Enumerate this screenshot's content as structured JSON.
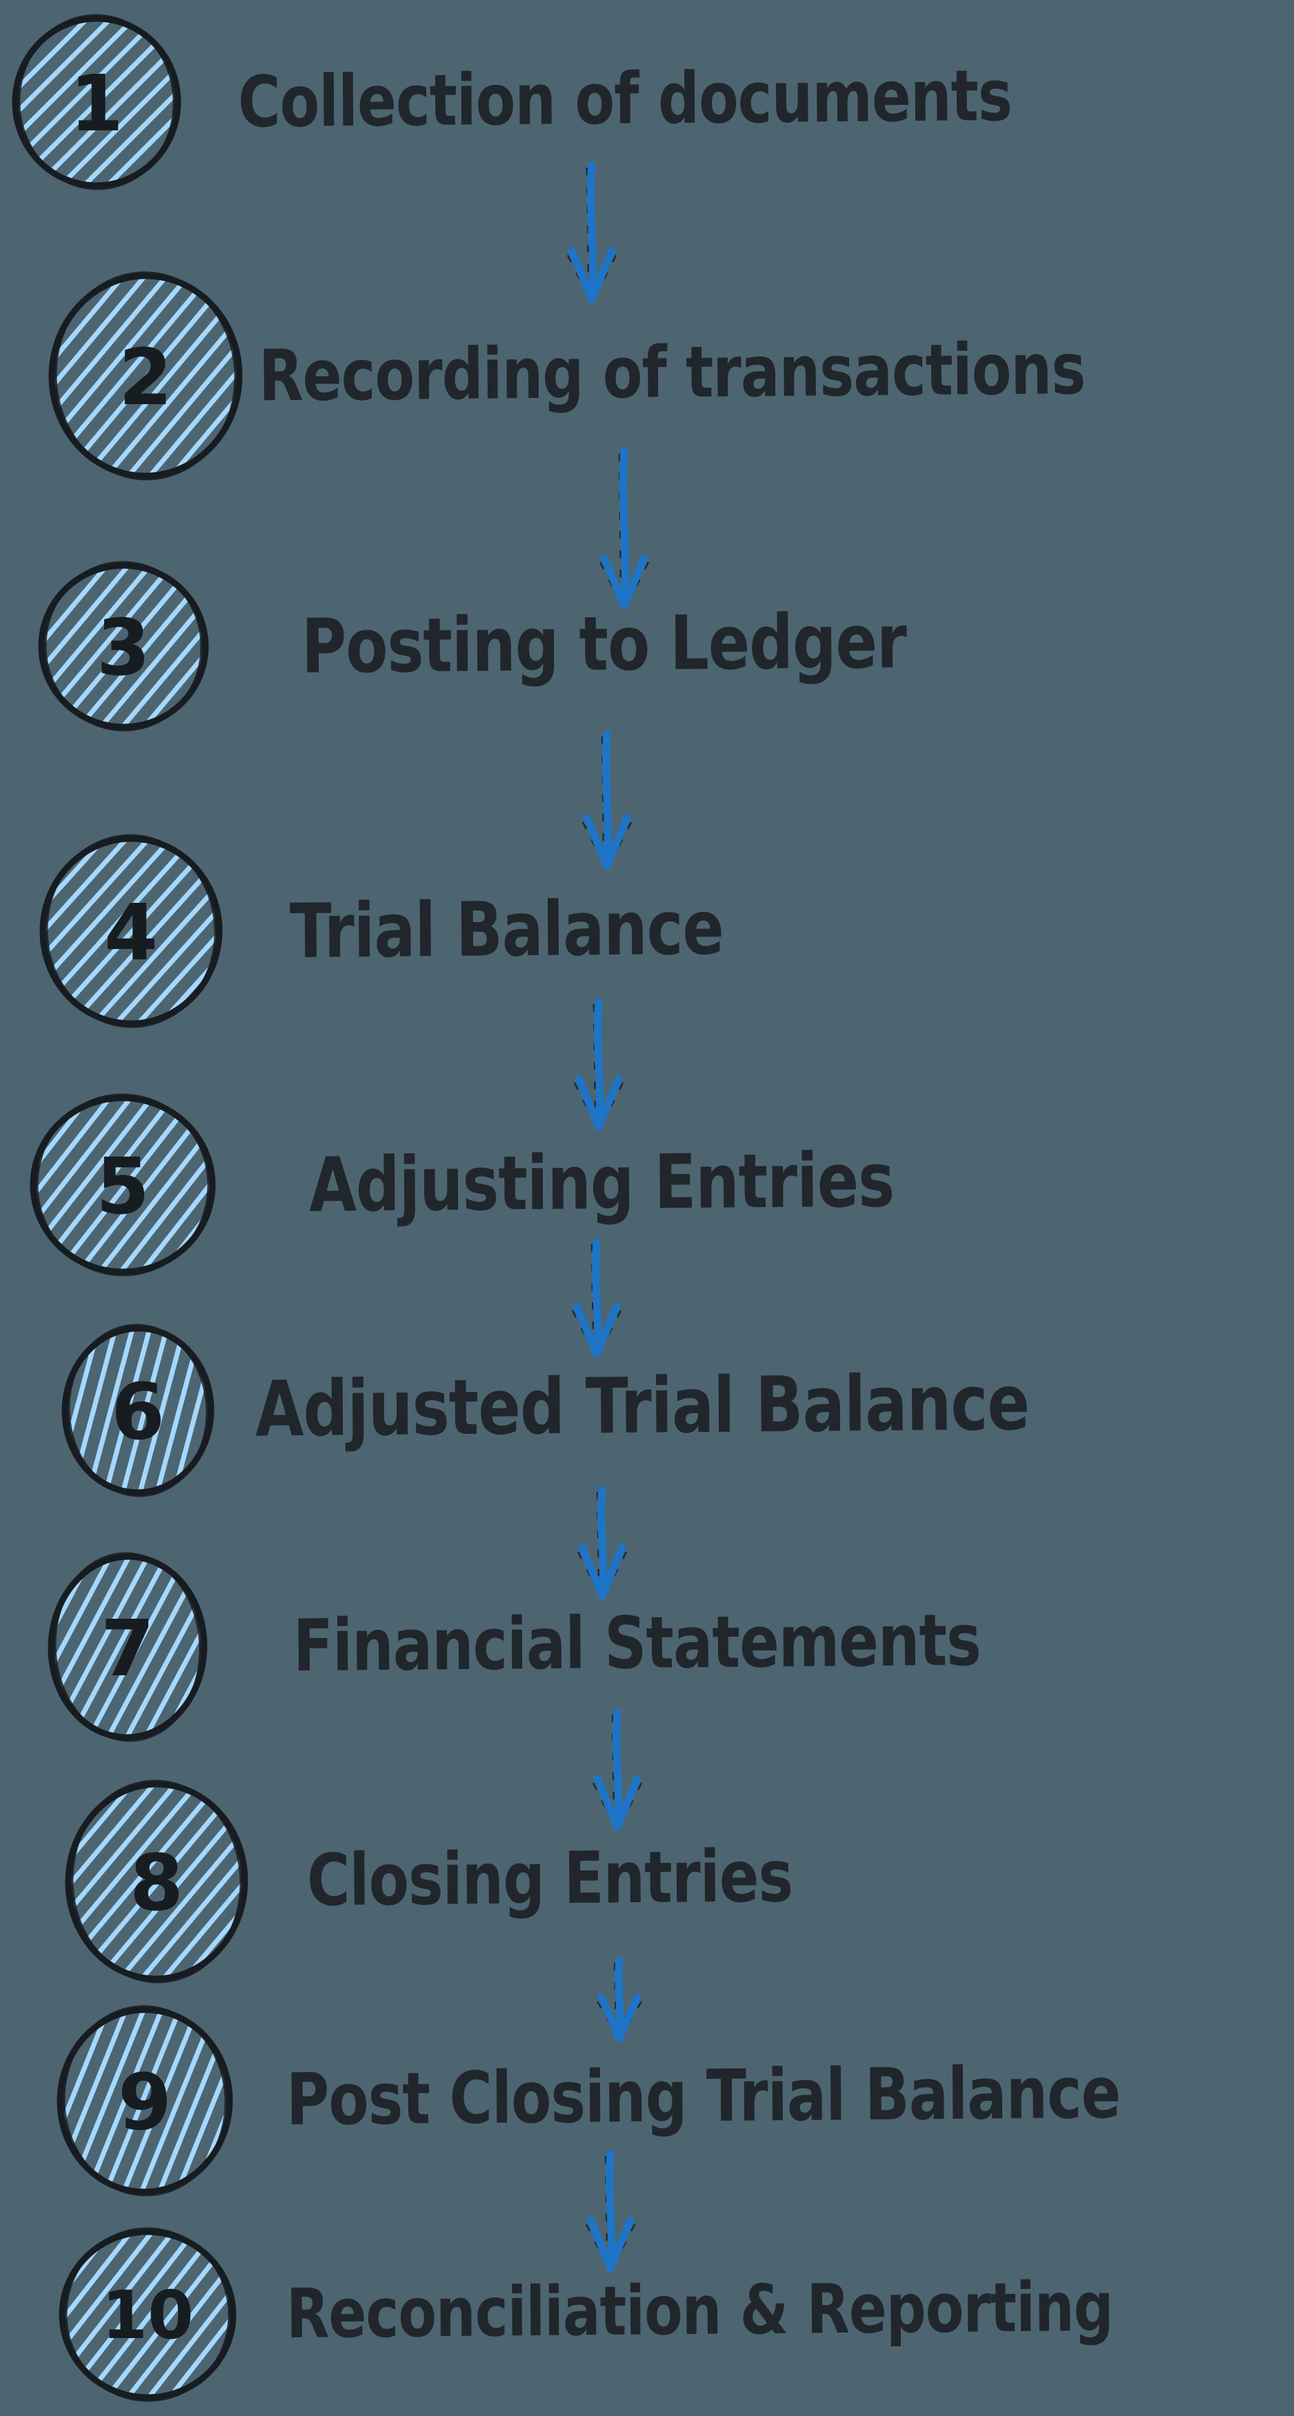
{
  "diagram": {
    "type": "flowchart",
    "direction": "top-to-bottom",
    "colors": {
      "background": "#4d6570",
      "ink": "#20262c",
      "outline": "#171c21",
      "arrow_blue": "#1e74c6",
      "hatch_blue": "#a5d8ff"
    },
    "steps": [
      {
        "number": "1",
        "label": "Collection of documents"
      },
      {
        "number": "2",
        "label": "Recording of transactions"
      },
      {
        "number": "3",
        "label": "Posting to Ledger"
      },
      {
        "number": "4",
        "label": "Trial Balance"
      },
      {
        "number": "5",
        "label": "Adjusting Entries"
      },
      {
        "number": "6",
        "label": "Adjusted Trial Balance"
      },
      {
        "number": "7",
        "label": "Financial Statements"
      },
      {
        "number": "8",
        "label": "Closing Entries"
      },
      {
        "number": "9",
        "label": "Post Closing Trial Balance"
      },
      {
        "number": "10",
        "label": "Reconciliation & Reporting"
      }
    ],
    "connectors": [
      {
        "from": "1",
        "to": "2",
        "icon": "down-arrow"
      },
      {
        "from": "2",
        "to": "3",
        "icon": "down-arrow"
      },
      {
        "from": "3",
        "to": "4",
        "icon": "down-arrow"
      },
      {
        "from": "4",
        "to": "5",
        "icon": "down-arrow"
      },
      {
        "from": "5",
        "to": "6",
        "icon": "down-arrow"
      },
      {
        "from": "6",
        "to": "7",
        "icon": "down-arrow"
      },
      {
        "from": "7",
        "to": "8",
        "icon": "down-arrow"
      },
      {
        "from": "8",
        "to": "9",
        "icon": "down-arrow"
      },
      {
        "from": "9",
        "to": "10",
        "icon": "down-arrow"
      }
    ]
  }
}
